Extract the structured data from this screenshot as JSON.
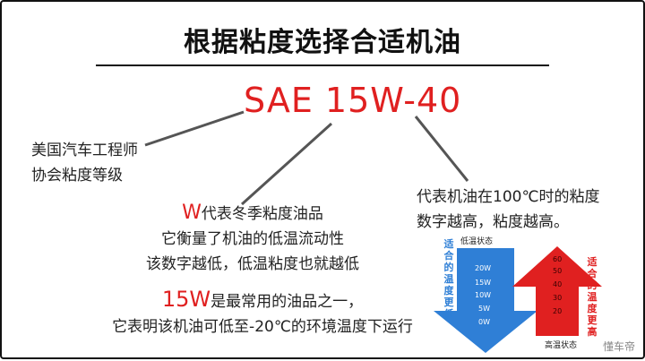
{
  "title": "根据粘度选择合适机油",
  "sae_code": "SAE 15W-40",
  "left_note": [
    "美国汽车工程师",
    "协会粘度等级"
  ],
  "w_note": {
    "highlight": "W",
    "line1_rest": "代表冬季粘度油品",
    "line2": "它衡量了机油的低温流动性",
    "line3": "该数字越低，低温粘度也就越低"
  },
  "w15_note": {
    "highlight": "15W",
    "line1_rest": "是最常用的油品之一，",
    "line2": "它表明该机油可低至-20℃的环境温度下运行"
  },
  "right_note": [
    "代表机油在100℃时的粘度",
    "数字越高，粘度越高。"
  ],
  "cold_arrow": {
    "state_label": "低温状态",
    "side_label": "适合的温度更低",
    "values": [
      "20W",
      "15W",
      "10W",
      "5W",
      "0W"
    ],
    "color": "#2f7fd6"
  },
  "hot_arrow": {
    "state_label": "高温状态",
    "side_label": "适合的温度更高",
    "values": [
      "60",
      "50",
      "40",
      "30",
      "20"
    ],
    "color": "#e02020"
  },
  "watermark": "懂车帝"
}
